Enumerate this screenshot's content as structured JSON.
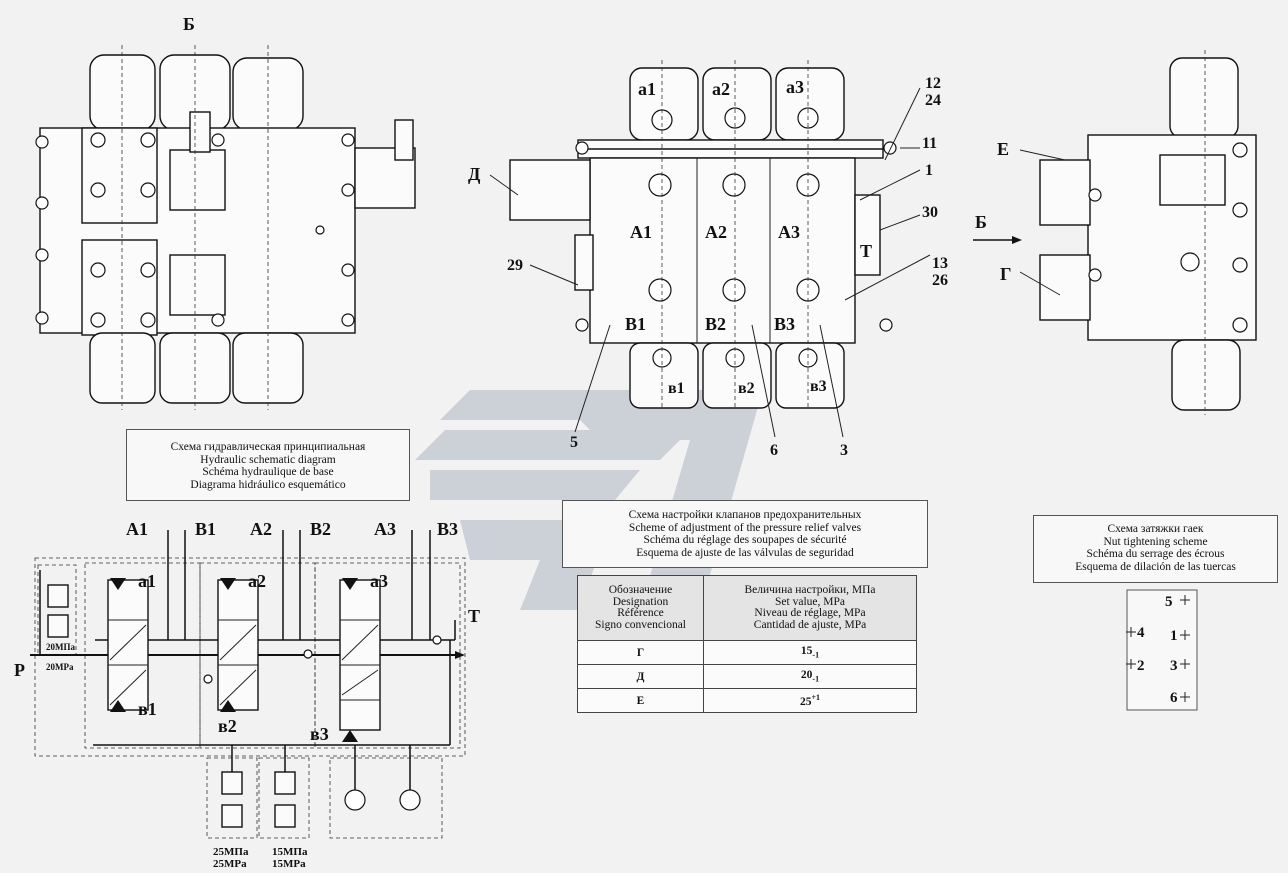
{
  "views": {
    "view_b_label": "Б",
    "view_arrow_label": "Б",
    "port_labels_top": [
      "a1",
      "a2",
      "a3"
    ],
    "port_labels_bottom": [
      "в1",
      "в2",
      "в3"
    ],
    "section_labels_upper": [
      "A1",
      "A2",
      "A3"
    ],
    "section_labels_lower": [
      "B1",
      "B2",
      "B3"
    ],
    "tank_label": "T",
    "callouts": {
      "c12": "12",
      "c24": "24",
      "c11": "11",
      "c1": "1",
      "c30": "30",
      "c13": "13",
      "c26": "26",
      "c29": "29",
      "c5": "5",
      "c6": "6",
      "c3": "3",
      "d": "Д",
      "e": "Е",
      "g": "Г"
    }
  },
  "hydraulic_title": {
    "ru": "Схема гидравлическая принципиальная",
    "en": "Hydraulic schematic diagram",
    "fr": "Schéma hydraulique de base",
    "es": "Diagrama hidráulico esquemático"
  },
  "schematic": {
    "ports_top": [
      "A1",
      "B1",
      "A2",
      "B2",
      "A3",
      "B3"
    ],
    "pilot_top": [
      "a1",
      "a2",
      "a3"
    ],
    "pilot_bottom": [
      "в1",
      "в2",
      "в3"
    ],
    "pressure_label": "P",
    "tank_label": "T",
    "relief_main_ru": "20МПа",
    "relief_main_en": "20MPa",
    "relief_1_ru": "25МПа",
    "relief_1_en": "25MPa",
    "relief_2_ru": "15МПа",
    "relief_2_en": "15MPa"
  },
  "relief_title": {
    "ru": "Схема настройки клапанов предохранительных",
    "en": "Scheme of adjustment of the pressure relief valves",
    "fr": "Schéma du réglage des soupapes de sécurité",
    "es": "Esquema de ajuste de las válvulas de seguridad"
  },
  "relief_table": {
    "header_designation": [
      "Обозначение",
      "Designation",
      "Référence",
      "Signo convencional"
    ],
    "header_value": [
      "Величина настройки, МПа",
      "Set value, MPa",
      "Niveau de réglage, MPa",
      "Cantidad de ajuste, MPa"
    ],
    "rows": [
      {
        "designation": "Г",
        "value": "15",
        "tol": "-1",
        "tol_type": "sub"
      },
      {
        "designation": "Д",
        "value": "20",
        "tol": "-1",
        "tol_type": "sub"
      },
      {
        "designation": "Е",
        "value": "25",
        "tol": "+1",
        "tol_type": "sup"
      }
    ]
  },
  "nut_title": {
    "ru": "Схема затяжки гаек",
    "en": "Nut tightening scheme",
    "fr": "Schéma du serrage des écrous",
    "es": "Esquema de dilación de las tuercas"
  },
  "nut_order": [
    "5",
    "4",
    "1",
    "2",
    "3",
    "6"
  ]
}
